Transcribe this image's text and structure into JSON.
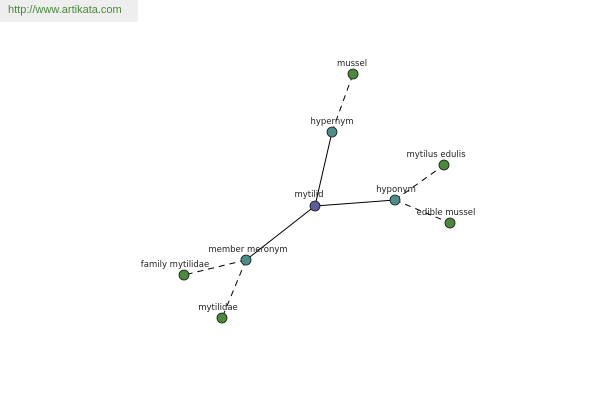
{
  "watermark": {
    "text": "http://www.artikata.com"
  },
  "colors": {
    "root_node": "#5b5b9e",
    "relation_node": "#4c8e8e",
    "leaf_node": "#4a8a3a",
    "watermark_text": "#4a8a3a",
    "watermark_bg": "#eeeeee"
  },
  "graph": {
    "nodes": [
      {
        "id": "mytilid",
        "label": "mytilid",
        "kind": "root"
      },
      {
        "id": "hypernym",
        "label": "hypernym",
        "kind": "relation"
      },
      {
        "id": "hyponym",
        "label": "hyponym",
        "kind": "relation"
      },
      {
        "id": "member_meronym",
        "label": "member meronym",
        "kind": "relation"
      },
      {
        "id": "mussel",
        "label": "mussel",
        "kind": "leaf"
      },
      {
        "id": "mytilus_edulis",
        "label": "mytilus edulis",
        "kind": "leaf"
      },
      {
        "id": "edible_mussel",
        "label": "edible mussel",
        "kind": "leaf"
      },
      {
        "id": "family_mytilidae",
        "label": "family mytilidae",
        "kind": "leaf"
      },
      {
        "id": "mytilidae",
        "label": "mytilidae",
        "kind": "leaf"
      }
    ],
    "edges": [
      {
        "from": "mytilid",
        "to": "hypernym",
        "style": "solid"
      },
      {
        "from": "mytilid",
        "to": "hyponym",
        "style": "solid"
      },
      {
        "from": "mytilid",
        "to": "member_meronym",
        "style": "solid"
      },
      {
        "from": "hypernym",
        "to": "mussel",
        "style": "dashed"
      },
      {
        "from": "hyponym",
        "to": "mytilus_edulis",
        "style": "dashed"
      },
      {
        "from": "hyponym",
        "to": "edible_mussel",
        "style": "dashed"
      },
      {
        "from": "member_meronym",
        "to": "family_mytilidae",
        "style": "dashed"
      },
      {
        "from": "member_meronym",
        "to": "mytilidae",
        "style": "dashed"
      }
    ]
  }
}
